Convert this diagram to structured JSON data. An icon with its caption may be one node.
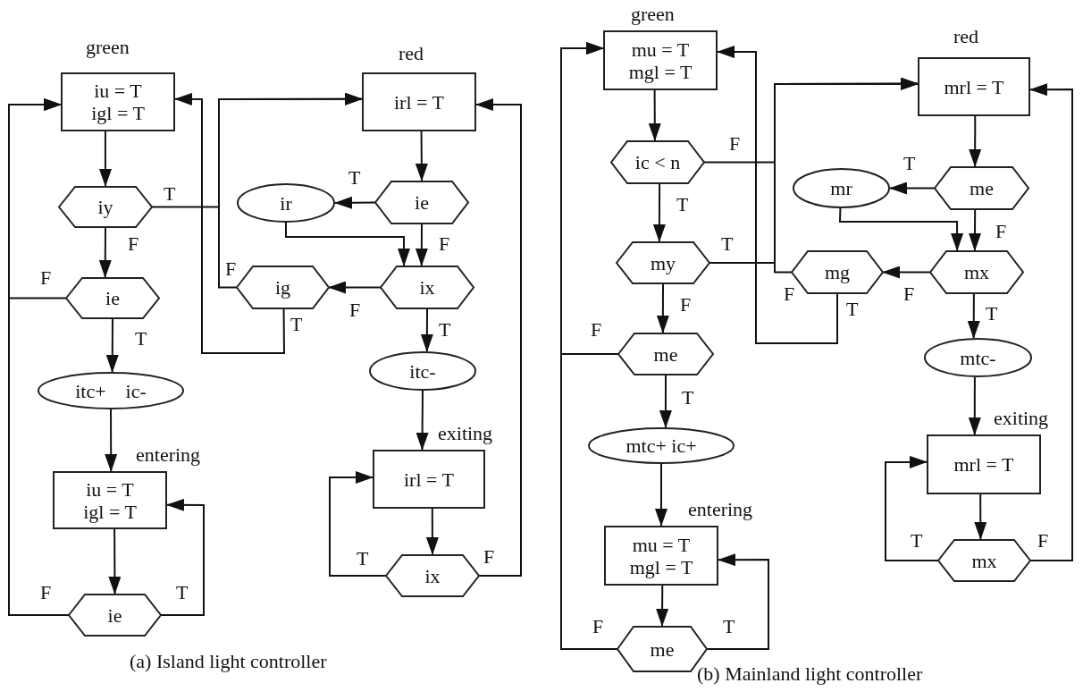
{
  "diagram": {
    "nodes": [
      {
        "text": [
          "iu = T",
          "igl = T"
        ],
        "beside": [
          "green"
        ]
      },
      {
        "text": [
          "iy"
        ]
      },
      {
        "text": [
          "ie"
        ]
      },
      {
        "text": [
          "itc+    ic-"
        ]
      },
      {
        "text": [
          "iu = T",
          "igl = T"
        ],
        "beside": [
          "entering"
        ]
      },
      {
        "text": [
          "ie"
        ]
      },
      {
        "text": [
          "irl = T"
        ],
        "beside": [
          "red"
        ]
      },
      {
        "text": [
          "ie"
        ]
      },
      {
        "text": [
          "ir"
        ]
      },
      {
        "text": [
          "ix"
        ]
      },
      {
        "text": [
          "ig"
        ]
      },
      {
        "text": [
          "itc-"
        ]
      },
      {
        "text": [
          "irl = T"
        ],
        "beside": [
          "exiting"
        ]
      },
      {
        "text": [
          "ix"
        ]
      },
      {
        "text": [
          "mu = T",
          "mgl = T"
        ],
        "beside": [
          "green"
        ]
      },
      {
        "text": [
          "ic < n"
        ]
      },
      {
        "text": [
          "my"
        ]
      },
      {
        "text": [
          "me"
        ]
      },
      {
        "text": [
          "mtc+ ic+"
        ]
      },
      {
        "text": [
          "mu = T",
          "mgl = T"
        ],
        "beside": [
          "entering"
        ]
      },
      {
        "text": [
          "me"
        ]
      },
      {
        "text": [
          "mrl = T"
        ],
        "beside": [
          "red"
        ]
      },
      {
        "text": [
          "me"
        ]
      },
      {
        "text": [
          "mr"
        ]
      },
      {
        "text": [
          "mx"
        ]
      },
      {
        "text": [
          "mg"
        ]
      },
      {
        "text": [
          "mtc-"
        ]
      },
      {
        "text": [
          "mrl = T"
        ],
        "beside": [
          "exiting"
        ]
      },
      {
        "text": [
          "mx"
        ]
      }
    ],
    "edges": [
      {
        "from": 0,
        "to": 1,
        "arrow": "to"
      },
      {
        "from": 1,
        "to": 6,
        "arrow": "to",
        "label": "T"
      },
      {
        "from": 1,
        "to": 2,
        "arrow": "to",
        "label": "F"
      },
      {
        "from": 2,
        "to": 0,
        "arrow": "to",
        "label": "F"
      },
      {
        "from": 2,
        "to": 3,
        "arrow": "to",
        "label": "T"
      },
      {
        "from": 3,
        "to": 4,
        "arrow": "to"
      },
      {
        "from": 4,
        "to": 5,
        "arrow": "to"
      },
      {
        "from": 5,
        "to": 0,
        "arrow": "to",
        "label": "F"
      },
      {
        "from": 5,
        "to": 4,
        "arrow": "to",
        "label": "T"
      },
      {
        "from": 6,
        "to": 7,
        "arrow": "to"
      },
      {
        "from": 7,
        "to": 8,
        "arrow": "to",
        "label": "T"
      },
      {
        "from": 7,
        "to": 9,
        "arrow": "to",
        "label": "F"
      },
      {
        "from": 8,
        "to": 9,
        "arrow": "to"
      },
      {
        "from": 9,
        "to": 10,
        "arrow": "to",
        "label": "F"
      },
      {
        "from": 10,
        "to": 6,
        "arrow": "to",
        "label": "F"
      },
      {
        "from": 10,
        "to": 0,
        "arrow": "to",
        "label": "T"
      },
      {
        "from": 9,
        "to": 11,
        "arrow": "to",
        "label": "T"
      },
      {
        "from": 11,
        "to": 12,
        "arrow": "to"
      },
      {
        "from": 12,
        "to": 13,
        "arrow": "to"
      },
      {
        "from": 13,
        "to": 12,
        "arrow": "to",
        "label": "T"
      },
      {
        "from": 13,
        "to": 6,
        "arrow": "to",
        "label": "F"
      },
      {
        "from": 14,
        "to": 15,
        "arrow": "to"
      },
      {
        "from": 15,
        "to": 21,
        "arrow": "to",
        "label": "F"
      },
      {
        "from": 15,
        "to": 16,
        "arrow": "to",
        "label": "T"
      },
      {
        "from": 16,
        "to": 21,
        "arrow": "to",
        "label": "T"
      },
      {
        "from": 16,
        "to": 17,
        "arrow": "to",
        "label": "F"
      },
      {
        "from": 17,
        "to": 14,
        "arrow": "to",
        "label": "F"
      },
      {
        "from": 17,
        "to": 18,
        "arrow": "to",
        "label": "T"
      },
      {
        "from": 18,
        "to": 19,
        "arrow": "to"
      },
      {
        "from": 19,
        "to": 20,
        "arrow": "to"
      },
      {
        "from": 20,
        "to": 14,
        "arrow": "to",
        "label": "F"
      },
      {
        "from": 20,
        "to": 19,
        "arrow": "to",
        "label": "T"
      },
      {
        "from": 21,
        "to": 22,
        "arrow": "to"
      },
      {
        "from": 22,
        "to": 23,
        "arrow": "to",
        "label": "T"
      },
      {
        "from": 22,
        "to": 24,
        "arrow": "to",
        "label": "F"
      },
      {
        "from": 23,
        "to": 24,
        "arrow": "to"
      },
      {
        "from": 24,
        "to": 25,
        "arrow": "to",
        "label": "F"
      },
      {
        "from": 25,
        "to": 21,
        "arrow": "to",
        "label": "F"
      },
      {
        "from": 25,
        "to": 14,
        "arrow": "to",
        "label": "T"
      },
      {
        "from": 24,
        "to": 26,
        "arrow": "to",
        "label": "T"
      },
      {
        "from": 26,
        "to": 27,
        "arrow": "to"
      },
      {
        "from": 27,
        "to": 28,
        "arrow": "to"
      },
      {
        "from": 28,
        "to": 27,
        "arrow": "to",
        "label": "T"
      },
      {
        "from": 28,
        "to": 21,
        "arrow": "to",
        "label": "F"
      }
    ],
    "labels": [
      "(a) Island light controller",
      "(b) Mainland light controller"
    ]
  }
}
